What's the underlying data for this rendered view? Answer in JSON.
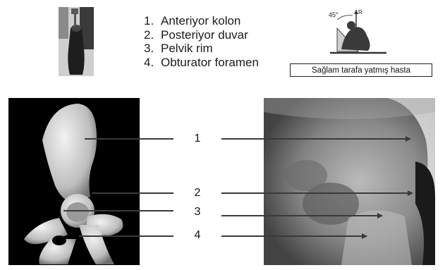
{
  "legend": {
    "items": [
      {
        "num": "1.",
        "label": "Anteriyor kolon"
      },
      {
        "num": "2.",
        "label": "Posteriyor duvar"
      },
      {
        "num": "3.",
        "label": "Pelvik rim"
      },
      {
        "num": "4.",
        "label": "Obturator foramen"
      }
    ]
  },
  "position_diagram": {
    "angle_label": "45°",
    "caption": "Sağlam tarafa yatmış hasta"
  },
  "figure_labels": [
    "1",
    "2",
    "3",
    "4"
  ],
  "colors": {
    "arrow": "#3a3a3a",
    "bone": "#dcdcdc",
    "xray_background": "#2a2a2a"
  }
}
